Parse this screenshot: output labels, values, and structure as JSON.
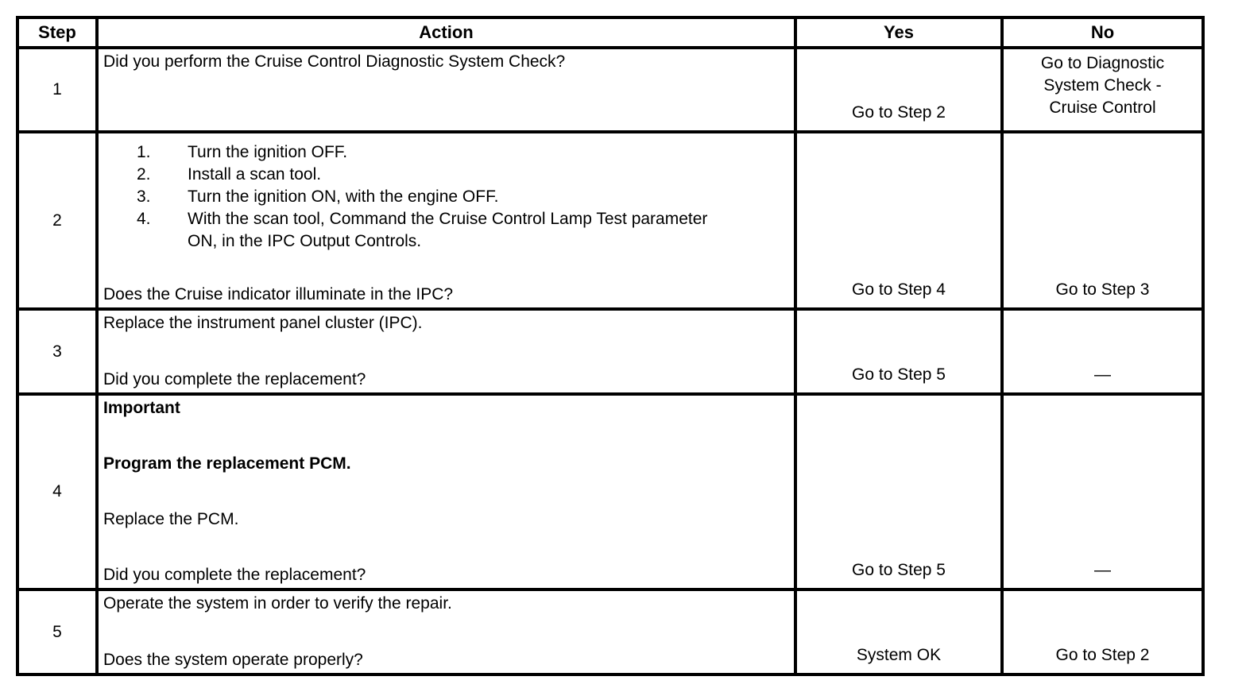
{
  "table": {
    "border_color": "#000000",
    "text_color": "#000000",
    "background_color": "#ffffff",
    "headers": {
      "step": "Step",
      "action": "Action",
      "yes": "Yes",
      "no": "No"
    },
    "rows": [
      {
        "step": "1",
        "question": "Did you perform the Cruise Control Diagnostic System Check?",
        "yes": "Go to Step 2",
        "no": "Go to Diagnostic System Check - Cruise Control"
      },
      {
        "step": "2",
        "list": [
          {
            "num": "1.",
            "text": "Turn the ignition OFF."
          },
          {
            "num": "2.",
            "text": "Install a scan tool."
          },
          {
            "num": "3.",
            "text": "Turn the ignition ON, with the engine OFF."
          },
          {
            "num": "4.",
            "text": "With the scan tool, Command the Cruise Control Lamp Test parameter ON, in the IPC Output Controls."
          }
        ],
        "question": "Does the Cruise indicator illuminate in the IPC?",
        "yes": "Go to Step 4",
        "no": "Go to Step 3"
      },
      {
        "step": "3",
        "action": "Replace the instrument panel cluster (IPC).",
        "question": "Did you complete the replacement?",
        "yes": "Go to Step 5",
        "no": "—"
      },
      {
        "step": "4",
        "important_label": "Important",
        "important_note": "Program the replacement PCM.",
        "action": "Replace the PCM.",
        "question": "Did you complete the replacement?",
        "yes": "Go to Step 5",
        "no": "—"
      },
      {
        "step": "5",
        "action": "Operate the system in order to verify the repair.",
        "question": "Does the system operate properly?",
        "yes": "System OK",
        "no": "Go to Step 2"
      }
    ]
  }
}
